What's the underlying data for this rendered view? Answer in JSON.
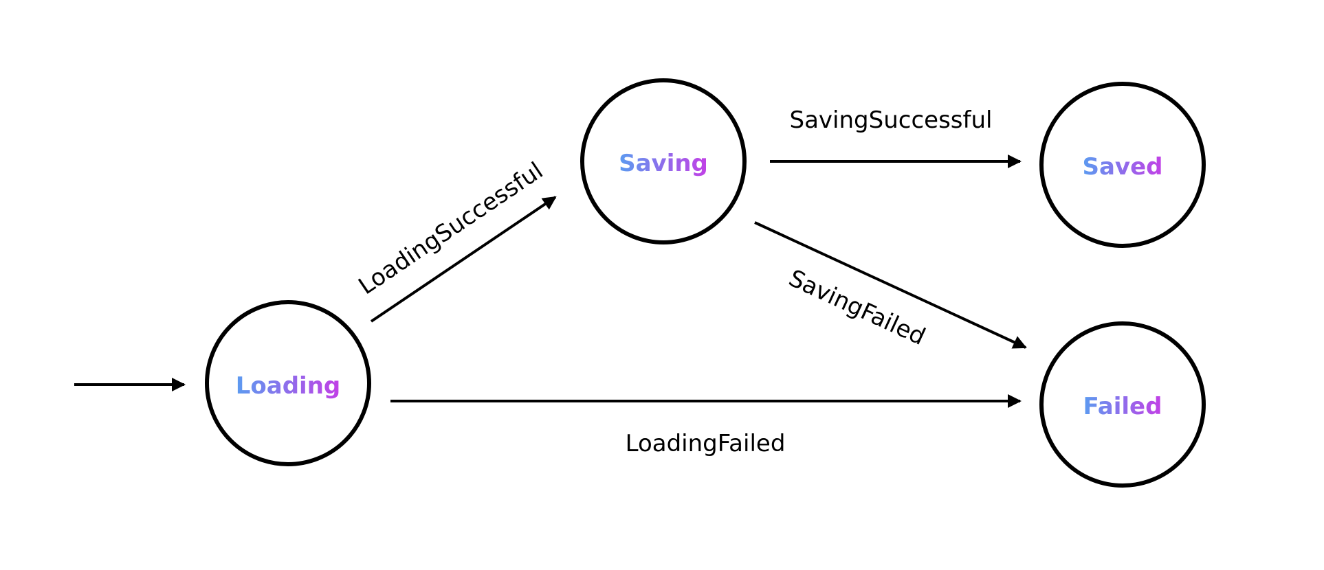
{
  "colors": {
    "gradient_start": "#5b9bf0",
    "gradient_end": "#c23fe6",
    "stroke": "#000000"
  },
  "states": {
    "loading": "Loading",
    "saving": "Saving",
    "saved": "Saved",
    "failed": "Failed"
  },
  "transitions": {
    "loading_successful": "LoadingSuccessful",
    "saving_successful": "SavingSuccessful",
    "saving_failed": "SavingFailed",
    "loading_failed": "LoadingFailed"
  }
}
